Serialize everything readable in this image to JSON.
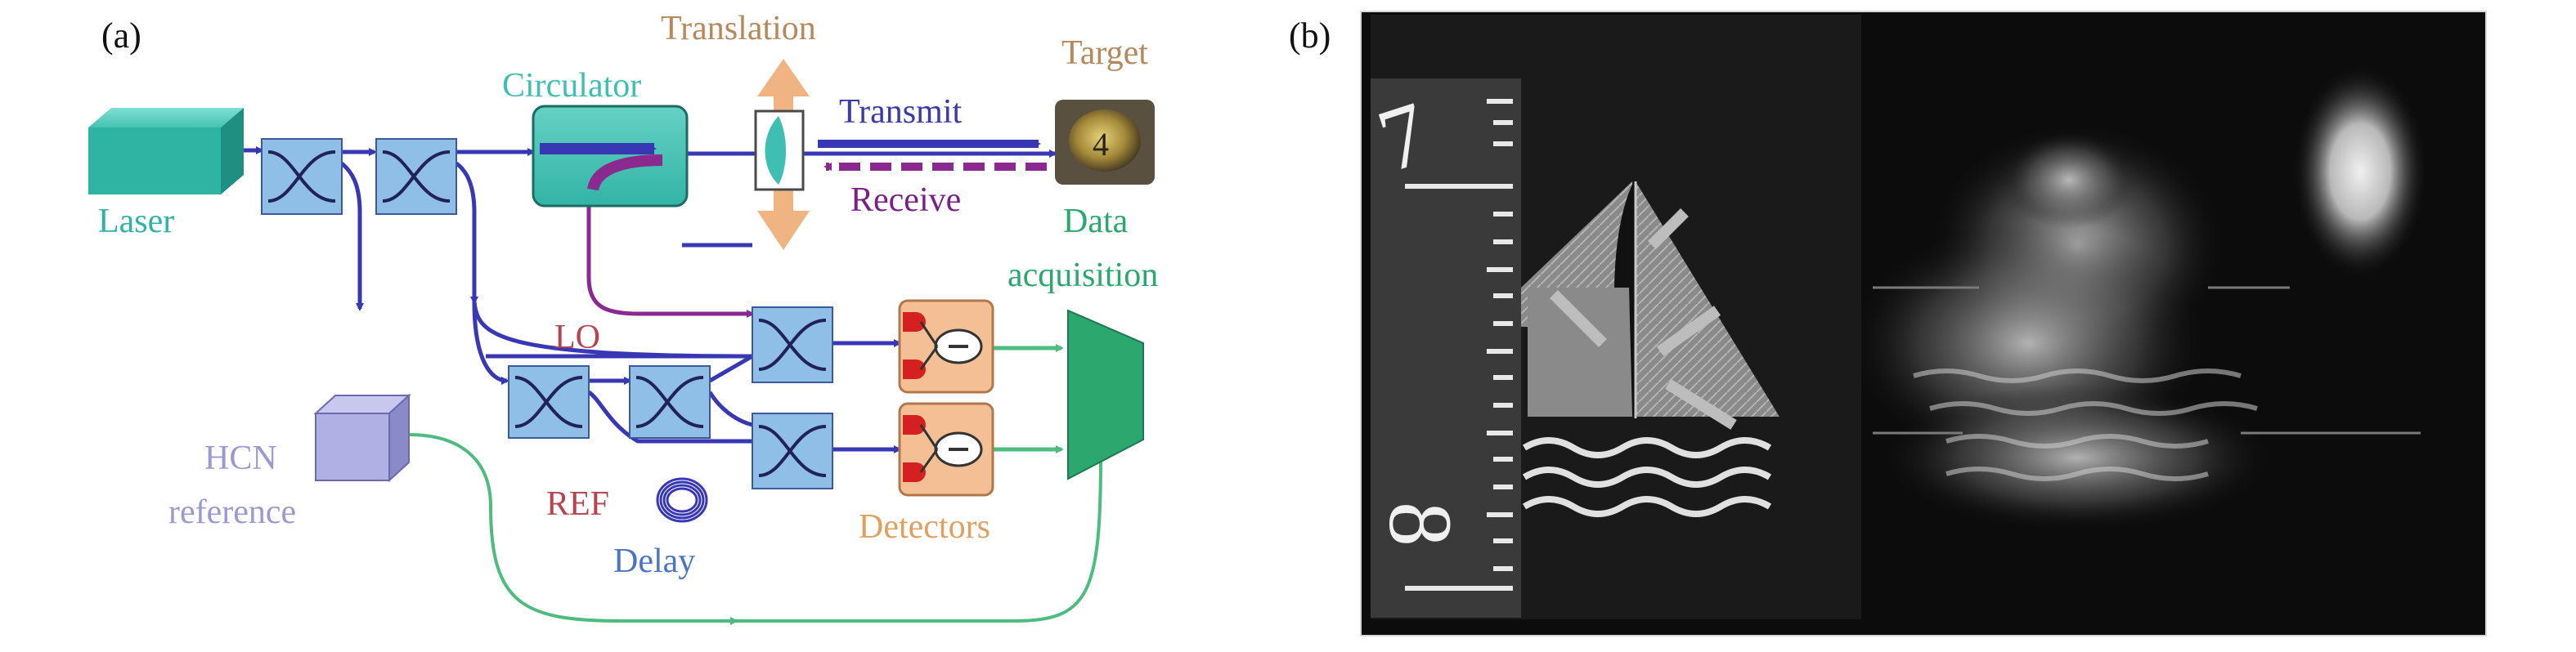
{
  "panel_a": {
    "tag": "(a)",
    "labels": {
      "laser": "Laser",
      "circulator": "Circulator",
      "translation": "Translation",
      "target": "Target",
      "transmit": "Transmit",
      "receive": "Receive",
      "data_line1": "Data",
      "data_line2": "acquisition",
      "lo": "LO",
      "ref": "REF",
      "delay": "Delay",
      "detectors": "Detectors",
      "hcn_line1": "HCN",
      "hcn_line2": "reference",
      "target_glyph": "4"
    },
    "colors": {
      "laser": "#2fb3a3",
      "circulator": "#3fbfb3",
      "translation": "#b5895a",
      "target": "#b5895a",
      "transmit": "#3a3aa8",
      "receive": "#7a1f8a",
      "data_acquisition": "#2ca86f",
      "lo": "#b8434f",
      "ref": "#b8434f",
      "delay": "#4a74c4",
      "detectors": "#e0a060",
      "hcn": "#9a9ad0",
      "fiber_blue": "#3838b4",
      "fiber_purple": "#8a2a8e",
      "fiber_green": "#4cbd7d",
      "coupler_fill": "#8fbfe6",
      "arrow_orange": "#f0b483"
    }
  },
  "panel_b": {
    "tag": "(b)",
    "ruler_numbers": [
      "7",
      "8"
    ]
  }
}
